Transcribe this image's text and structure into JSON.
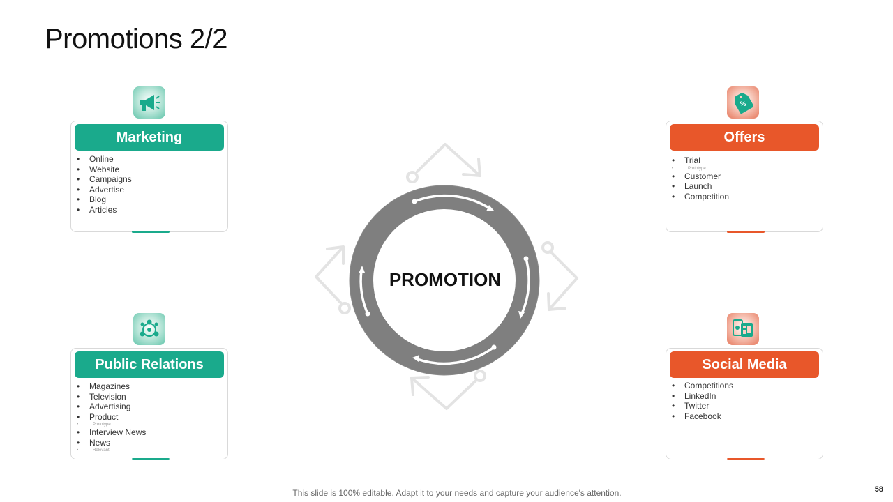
{
  "title": "Promotions 2/2",
  "center_label": "PROMOTION",
  "footer": "This slide is 100% editable. Adapt it to your needs and capture your audience's attention.",
  "page_number": "58",
  "colors": {
    "green": "#1aaa8c",
    "orange": "#e8572a",
    "ring": "#7f7f7f"
  },
  "cards": {
    "marketing": {
      "title": "Marketing",
      "icon": "megaphone-icon",
      "items": [
        "Online",
        "Website",
        "Campaigns",
        "Advertise",
        "Blog",
        "Articles"
      ]
    },
    "offers": {
      "title": "Offers",
      "icon": "price-tag-icon",
      "items": [
        "Trial",
        "Prototype",
        "Customer",
        "Launch",
        "Competition"
      ]
    },
    "public_relations": {
      "title": "Public Relations",
      "icon": "network-people-icon",
      "items": [
        "Magazines",
        "Television",
        "Advertising",
        "Product",
        "Prototype",
        "Interview News",
        "News",
        "Relevant"
      ]
    },
    "social_media": {
      "title": "Social Media",
      "icon": "devices-icon",
      "items": [
        "Competitions",
        "LinkedIn",
        "Twitter",
        "Facebook"
      ]
    }
  }
}
